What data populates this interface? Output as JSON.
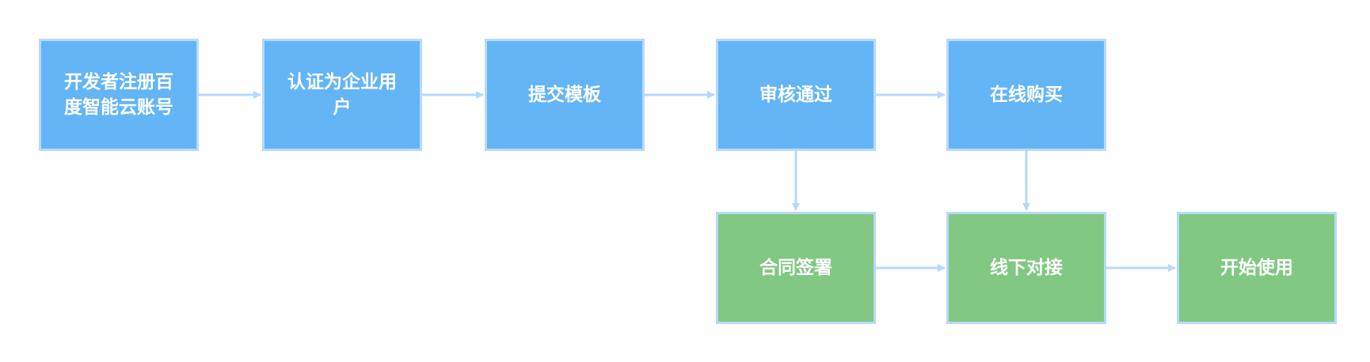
{
  "diagram": {
    "nodes": [
      {
        "id": "register",
        "label": "开发者注册百度智能云账号"
      },
      {
        "id": "verify",
        "label": "认证为企业用户"
      },
      {
        "id": "submit",
        "label": "提交模板"
      },
      {
        "id": "approved",
        "label": "审核通过"
      },
      {
        "id": "purchase",
        "label": "在线购买"
      },
      {
        "id": "contract",
        "label": "合同签署"
      },
      {
        "id": "offline",
        "label": "线下对接"
      },
      {
        "id": "start",
        "label": "开始使用"
      }
    ],
    "edges": [
      {
        "from": "register",
        "to": "verify"
      },
      {
        "from": "verify",
        "to": "submit"
      },
      {
        "from": "submit",
        "to": "approved"
      },
      {
        "from": "approved",
        "to": "purchase"
      },
      {
        "from": "approved",
        "to": "contract"
      },
      {
        "from": "purchase",
        "to": "offline"
      },
      {
        "from": "contract",
        "to": "offline"
      },
      {
        "from": "offline",
        "to": "start"
      }
    ],
    "colors": {
      "process_step": "#63b5f6",
      "completion_step": "#81c883",
      "node_border": "#b7d9fb",
      "connector": "#b7d9fb"
    }
  }
}
